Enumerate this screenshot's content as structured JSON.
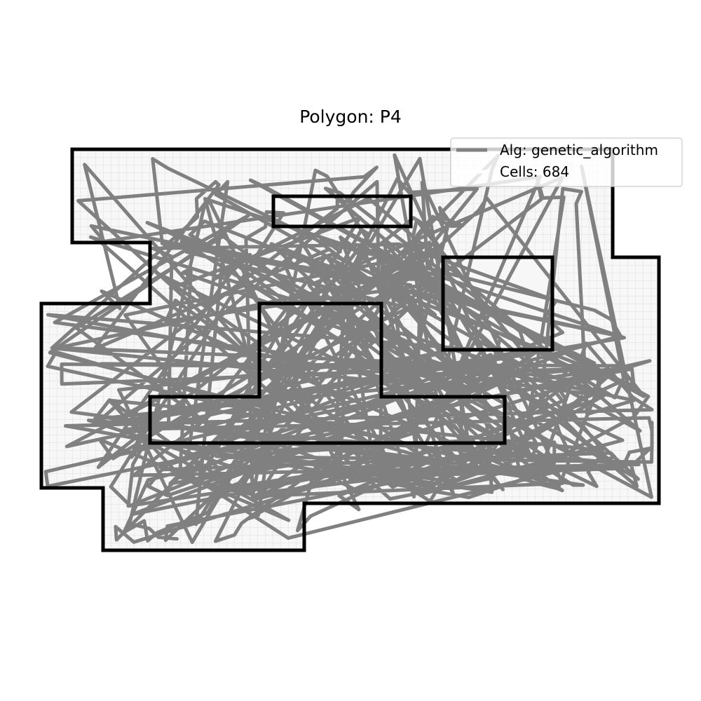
{
  "title": "Polygon: P4",
  "legend": {
    "items": [
      {
        "label": "Alg: genetic_algorithm",
        "color": "#808080",
        "swatch": "line"
      },
      {
        "label": "Cells: 684",
        "color": "#ffffff",
        "swatch": "none"
      }
    ]
  },
  "colors": {
    "boundary": "#000000",
    "path": "#808080",
    "fill": "#f7f7f7",
    "grid": "#d9d9d9",
    "background": "#ffffff"
  }
}
